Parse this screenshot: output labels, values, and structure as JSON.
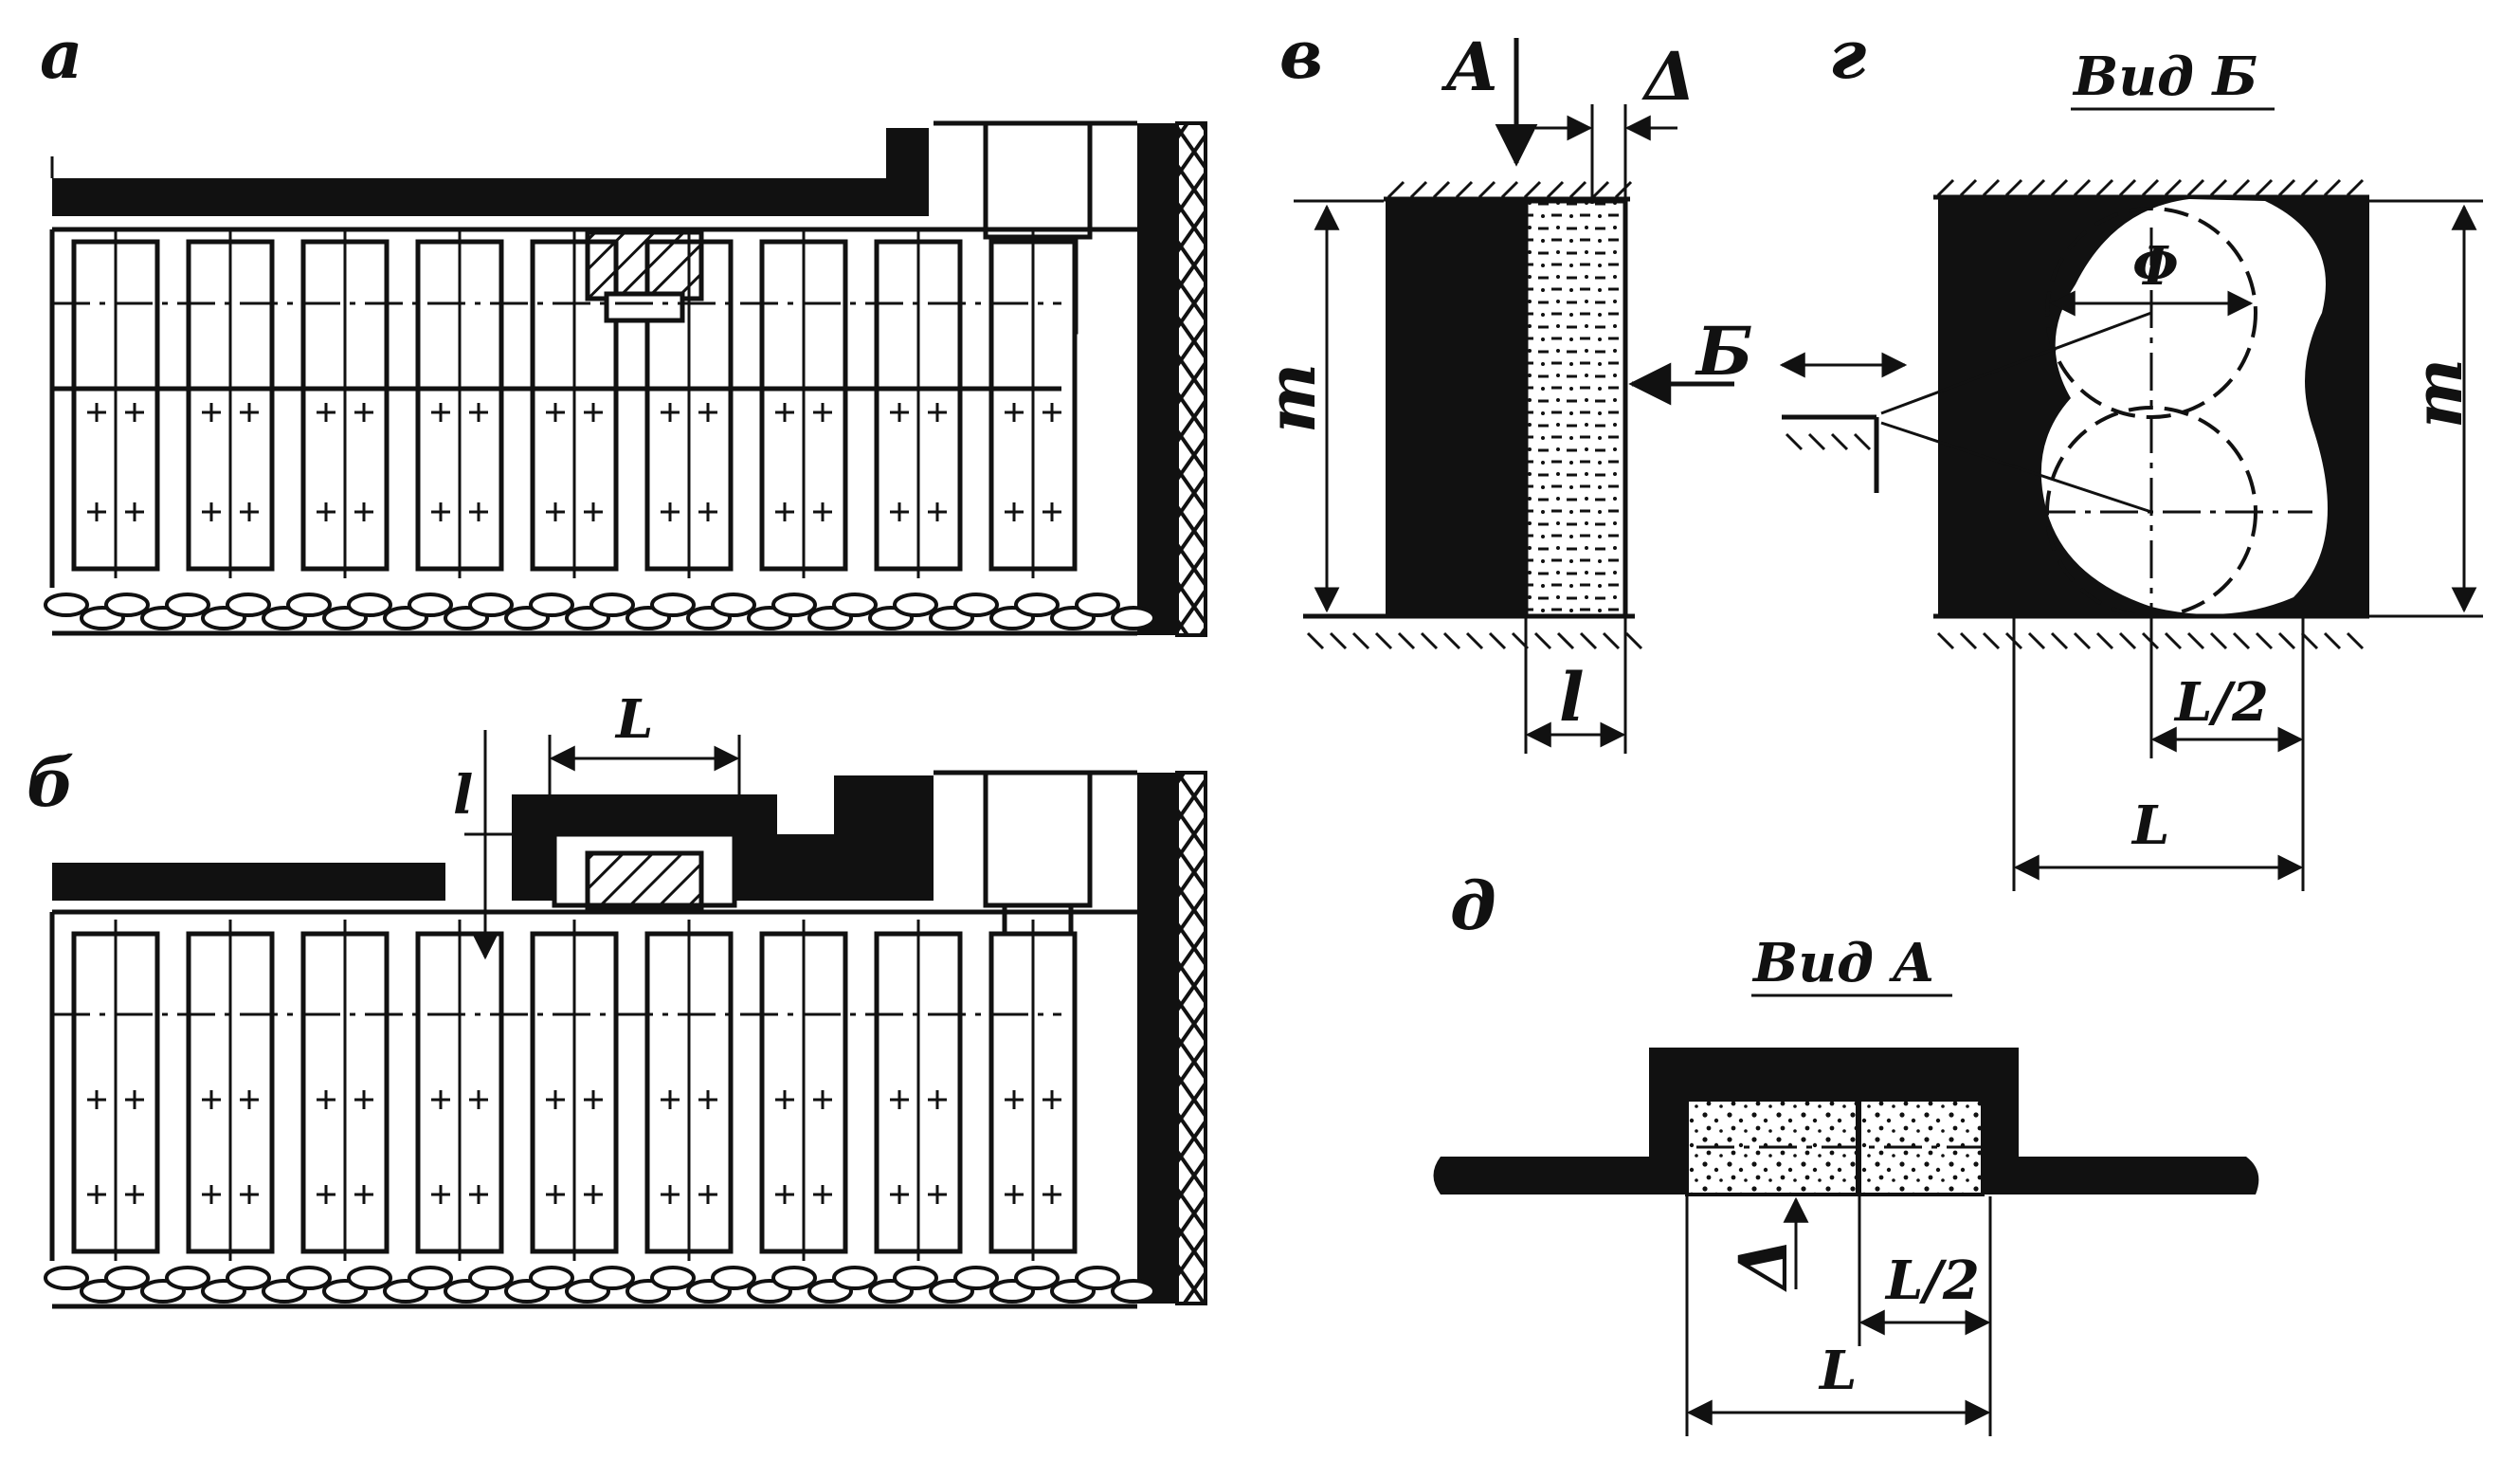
{
  "panels": {
    "a": {
      "label": "а"
    },
    "b": {
      "label": "б",
      "dim_L": "L",
      "dim_l": "l"
    },
    "v": {
      "label": "в",
      "dim_A": "А",
      "dim_delta": "Δ",
      "dim_B": "Б",
      "dim_m": "m",
      "dim_l": "l"
    },
    "g": {
      "label": "г",
      "title": "Вид Б",
      "dim_phi": "Φ",
      "dim_m": "m",
      "dim_L2": "L/2",
      "dim_L": "L"
    },
    "d": {
      "label": "д",
      "title": "Вид А",
      "dim_delta": "Δ",
      "dim_L2": "L/2",
      "dim_L": "L"
    }
  }
}
